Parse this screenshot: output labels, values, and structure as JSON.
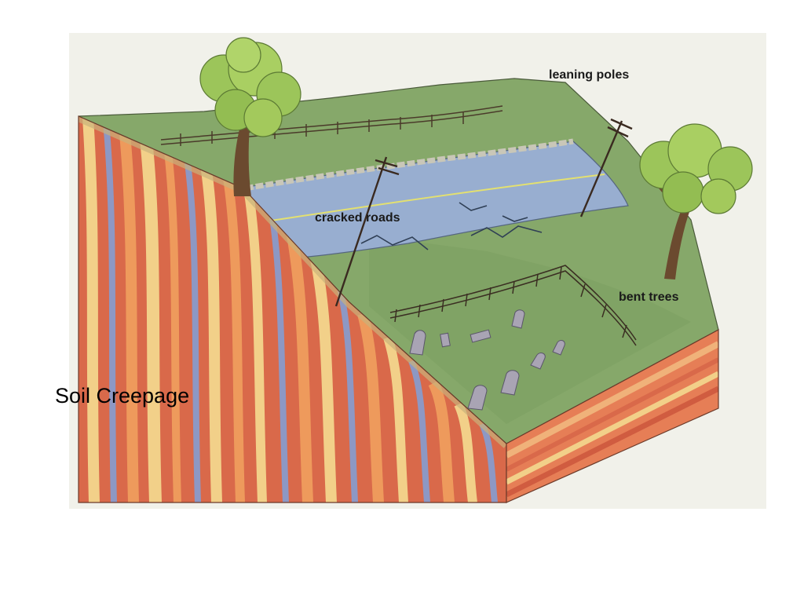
{
  "caption": "Soil Creepage",
  "labels": {
    "leaning_poles": "leaning poles",
    "cracked_roads": "cracked roads",
    "bent_trees": "bent trees"
  },
  "colors": {
    "grass": "#86a86a",
    "road": "#98aed0",
    "strata_red": "#d9694a",
    "strata_orange": "#ee9a5c",
    "strata_cream": "#f2d089",
    "strata_blue": "#8d98c4",
    "tree_foliage": "#9cc55a",
    "trunk": "#6b4a2f"
  }
}
